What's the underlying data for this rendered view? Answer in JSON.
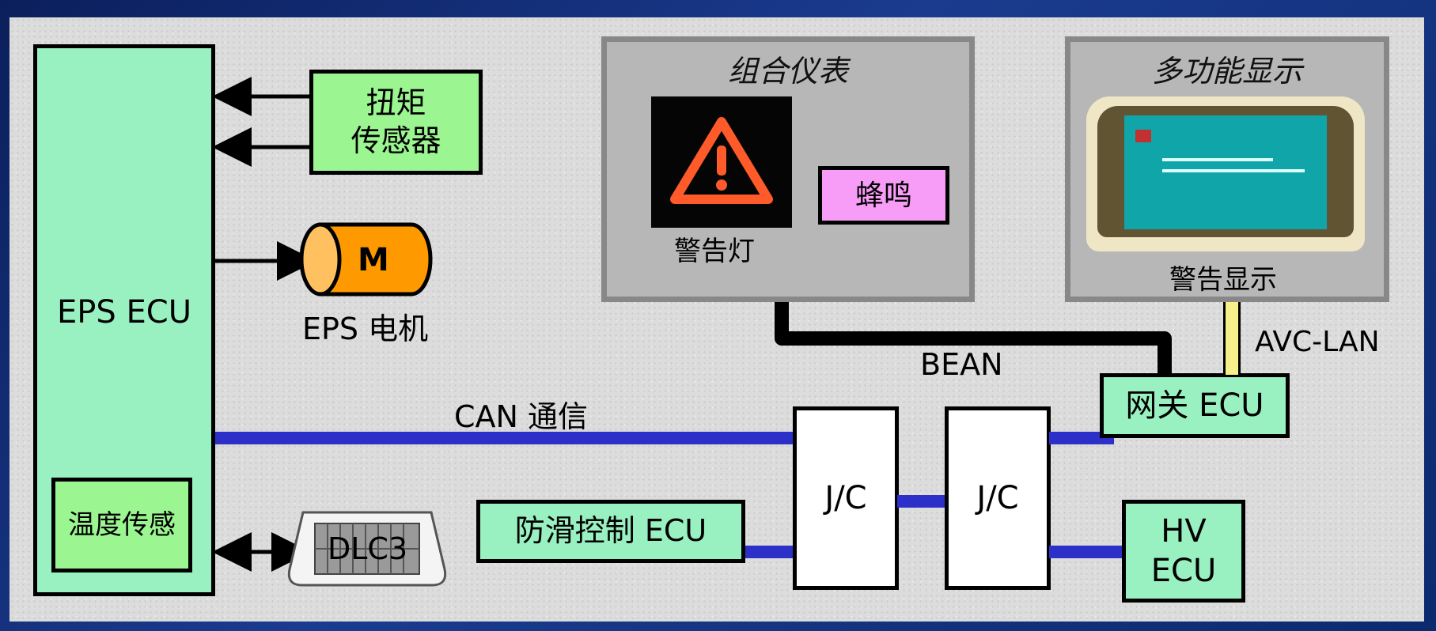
{
  "eps_ecu": "EPS ECU",
  "temp_sensor": "温度传感",
  "torque_sensor": "扭矩\n传感器",
  "motor_letter": "M",
  "motor_label": "EPS 电机",
  "dlc3": "DLC3",
  "can_label": "CAN 通信",
  "abs_ecu": "防滑控制 ECU",
  "jc1": "J/C",
  "jc2": "J/C",
  "hv_ecu": "HV\nECU",
  "gateway_ecu": "网关 ECU",
  "bean_label": "BEAN",
  "avc_label": "AVC-LAN",
  "combo_meter": {
    "title": "组合仪表",
    "warning_light": "警告灯",
    "buzzer": "蜂鸣"
  },
  "multi_display": {
    "title": "多功能显示",
    "warning_display": "警告显示"
  },
  "colors": {
    "can_line": "#2c30c9",
    "bean_line": "#000000",
    "avc_line": "#f5f08a",
    "ecu_fill": "#99f0c0",
    "motor": "#ff9900",
    "buzzer": "#f79cf7"
  }
}
